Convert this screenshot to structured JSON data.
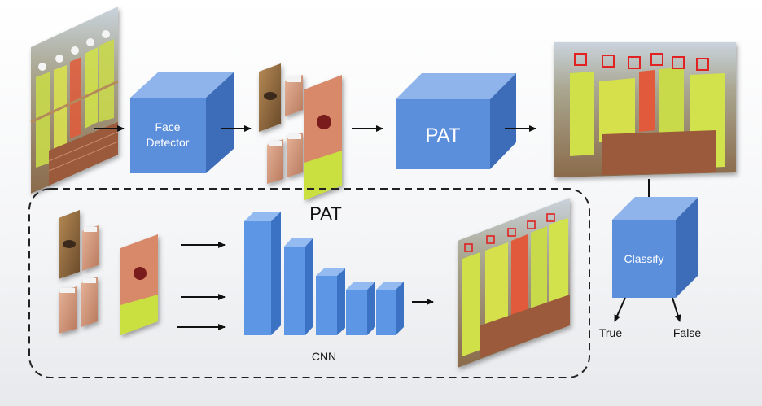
{
  "labels": {
    "face_detector_line1": "Face",
    "face_detector_line2": "Detector",
    "pat_main": "PAT",
    "pat_section_title": "PAT",
    "cnn": "CNN",
    "classify": "Classify",
    "true": "True",
    "false": "False"
  },
  "colors": {
    "block_front": "#5b8fdc",
    "block_top": "#8fb4ec",
    "block_side": "#3d6cb8",
    "cnn_front": "#5e96e6",
    "cnn_top": "#93bbf2",
    "cnn_side": "#3c72c4",
    "dashed_border": "#222222",
    "arrow": "#111111"
  }
}
